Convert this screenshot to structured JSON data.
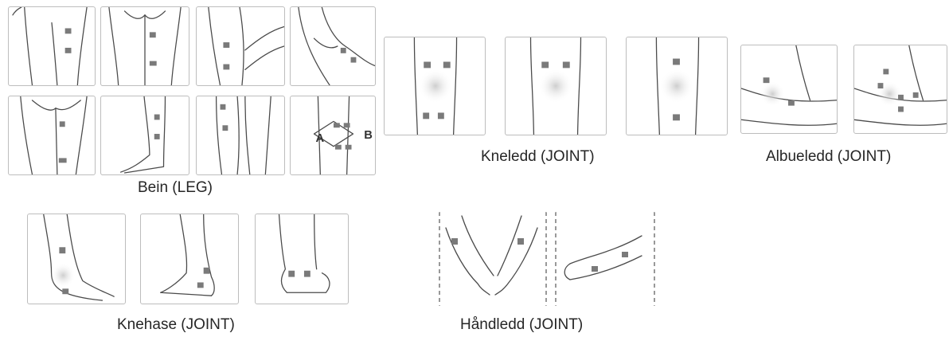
{
  "captions": {
    "leg": "Bein (LEG)",
    "knee": "Kneledd (JOINT)",
    "elbow": "Albueledd (JOINT)",
    "ankle": "Knehase (JOINT)",
    "wrist": "Håndledd (JOINT)"
  },
  "marker_labels": {
    "a": "A",
    "b": "B"
  }
}
